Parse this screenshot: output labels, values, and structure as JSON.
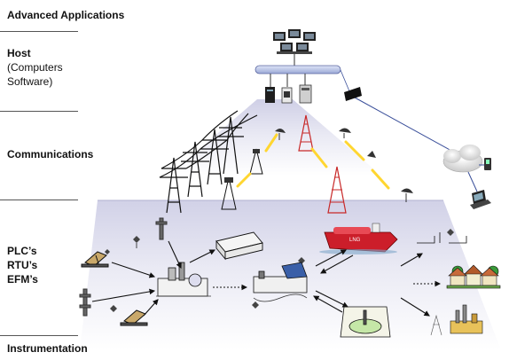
{
  "labels": {
    "advanced": "Advanced Applications",
    "host_title": "Host",
    "host_line2": "(Computers",
    "host_line3": "Software)",
    "communications": "Communications",
    "plc": "PLC’s",
    "rtu": "RTU’s",
    "efm": "EFM’s",
    "instrumentation": "Instrumentation"
  },
  "ship_text": "LNG",
  "colors": {
    "tier_top": "#d8d8ec",
    "tier_fade": "#ffffff",
    "network_bar": "#b8c4e6",
    "signal": "#ffe25a",
    "ship_red": "#cc1e2a",
    "ship_hull": "#e84a55",
    "link_blue": "#3a4f9a",
    "tower": "#c82828"
  },
  "icons": [
    "computers-icon",
    "network-bus-icon",
    "server-icon",
    "router-icon",
    "transmission-tower-icon",
    "radio-mast-icon",
    "satellite-dish-icon",
    "cloud-icon",
    "handheld-icon",
    "laptop-icon",
    "pump-jack-icon",
    "flow-meter-icon",
    "processing-plant-icon",
    "storage-tank-icon",
    "compressor-station-icon",
    "lng-ship-icon",
    "underground-storage-icon",
    "houses-icon",
    "industry-icon"
  ]
}
